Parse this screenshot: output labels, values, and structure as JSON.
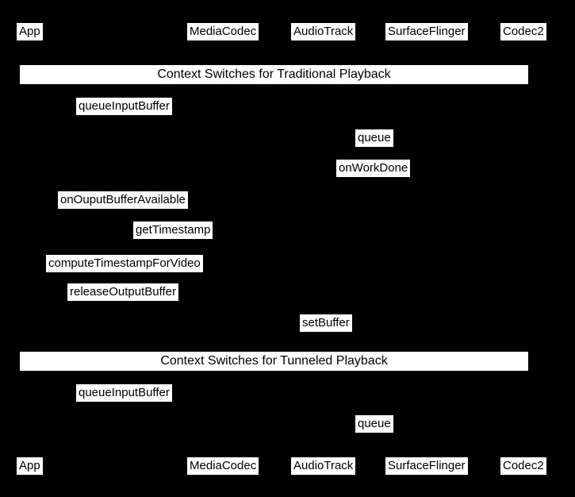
{
  "diagram": {
    "type": "sequence-diagram",
    "background_color": "#000000",
    "label_box_color": "#ffffff",
    "label_text_color": "#000000",
    "participants_top": [
      "App",
      "MediaCodec",
      "AudioTrack",
      "SurfaceFlinger",
      "Codec2"
    ],
    "participants_bottom": [
      "App",
      "MediaCodec",
      "AudioTrack",
      "SurfaceFlinger",
      "Codec2"
    ],
    "sections": [
      {
        "title": "Context Switches for Traditional Playback",
        "messages": [
          "queueInputBuffer",
          "queue",
          "onWorkDone",
          "onOuputBufferAvailable",
          "getTimestamp",
          "computeTimestampForVideo",
          "releaseOutputBuffer",
          "setBuffer"
        ]
      },
      {
        "title": "Context Switches for Tunneled Playback",
        "messages": [
          "queueInputBuffer",
          "queue"
        ]
      }
    ]
  }
}
